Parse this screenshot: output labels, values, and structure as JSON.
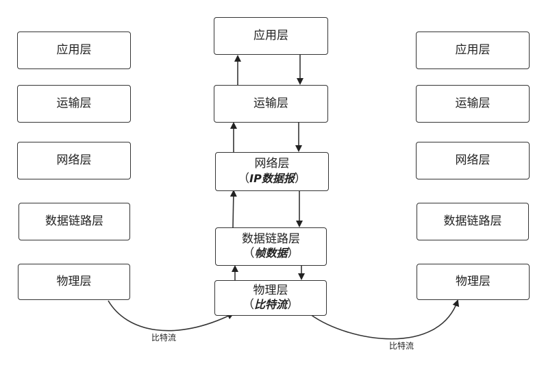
{
  "left_stack": [
    "应用层",
    "运输层",
    "网络层",
    "数据链路层",
    "物理层"
  ],
  "right_stack": [
    "应用层",
    "运输层",
    "网络层",
    "数据链路层",
    "物理层"
  ],
  "middle_stack": {
    "application": "应用层",
    "transport": "运输层",
    "network": "网络层",
    "network_pdu": "IP数据报",
    "datalink": "数据链路层",
    "datalink_pdu": "帧数据",
    "physical": "物理层",
    "physical_pdu": "比特流"
  },
  "paren_open": "（",
  "paren_close": "）",
  "edge_labels": {
    "left": "比特流",
    "right": "比特流"
  }
}
